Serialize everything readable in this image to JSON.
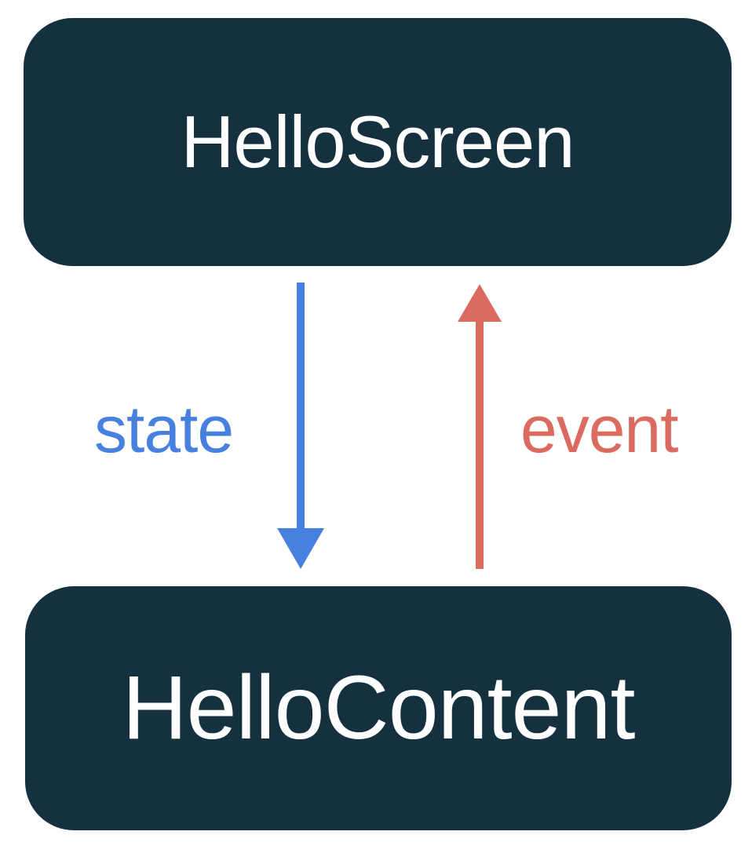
{
  "diagram": {
    "background_color": "#ffffff",
    "node_color": "#15303F",
    "node_text_color": "#ffffff",
    "boxes": [
      {
        "label": "HelloScreen"
      },
      {
        "label": "HelloContent"
      }
    ],
    "arrows": [
      {
        "label": "state",
        "direction": "down",
        "color": "#4880E0"
      },
      {
        "label": "event",
        "direction": "up",
        "color": "#DB6B60"
      }
    ]
  }
}
